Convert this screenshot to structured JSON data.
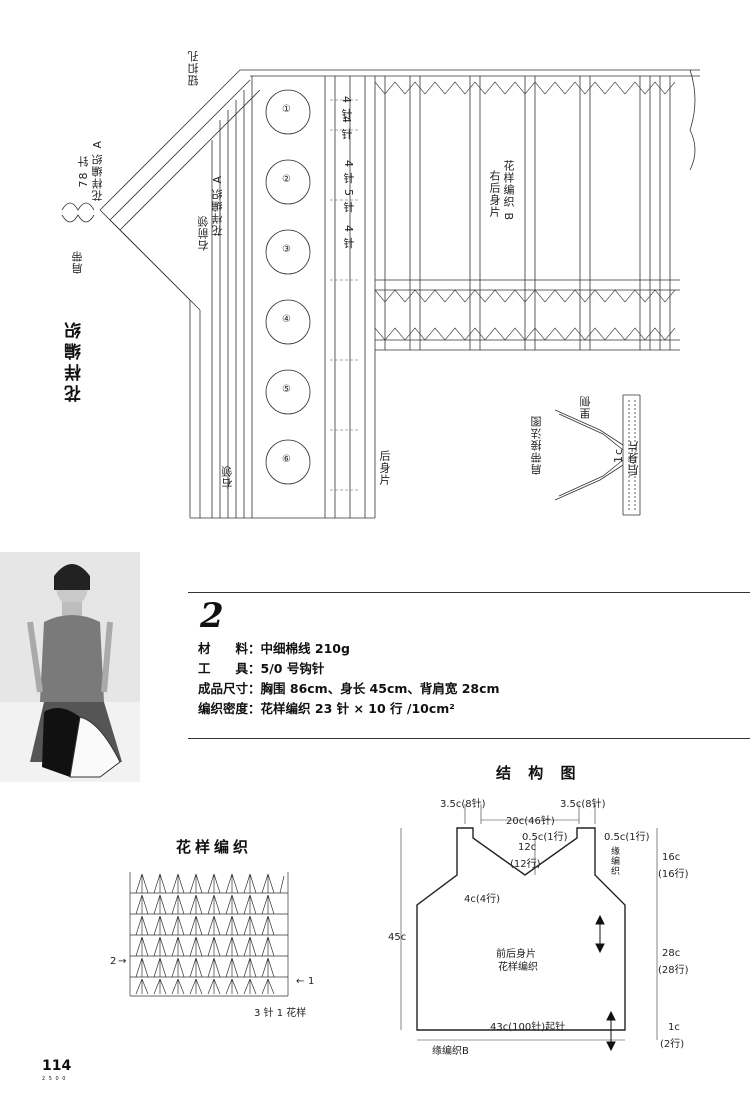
{
  "top_chart": {
    "title": "花样编织",
    "labels": {
      "shoulder_strap": "肩带",
      "pattern_a_78": "花样编织 A",
      "stitch_78": "78 针",
      "button_hole": "钮扣孔",
      "right_collar": "右前领",
      "pattern_a": "花样编织 A",
      "right_collar_bottom": "右领",
      "back_body": "后身片",
      "right_back_body": "右后身片",
      "pattern_b": "花样编织 B",
      "row_4": "4 针",
      "row_4b": "4 针",
      "row_5": "4 针 5 针",
      "row_4c": "4 针"
    },
    "motif_numbers": [
      "①",
      "②",
      "③",
      "④",
      "⑤",
      "⑥"
    ]
  },
  "strap_diagram": {
    "title": "肩带接法图",
    "inner_side": "里侧",
    "back_body": "后身片",
    "width": "1c"
  },
  "pattern_number": "2",
  "materials": [
    {
      "label": "材　　料：",
      "value": "中细棉线 210g"
    },
    {
      "label": "工　　具：",
      "value": "5/0 号钩针"
    },
    {
      "label": "成品尺寸：",
      "value": "胸围 86cm、身长 45cm、背肩宽 28cm"
    },
    {
      "label": "编织密度：",
      "value": "花样编织  23 针 × 10 行 /10cm²"
    }
  ],
  "structure": {
    "title": "结 构 图",
    "dims": {
      "strap_left": "3.5c(8针)",
      "strap_right": "3.5c(8针)",
      "neck_width": "20c(46针)",
      "strap_top_left": "0.5c(1行)",
      "strap_top_right": "0.5c(1行)",
      "neck_depth": "12c",
      "neck_depth_rows": "(12行)",
      "armhole_inner": "4c(4行)",
      "armhole_height": "16c",
      "armhole_rows": "(16行)",
      "body_height": "45c",
      "lower_height": "28c",
      "lower_rows": "(28行)",
      "hem_height": "1c",
      "hem_rows": "(2行)",
      "bottom": "43c(100针)起针",
      "edge_label": "缘编织",
      "edge_b": "缘编织B"
    },
    "body_label_1": "前后身片",
    "body_label_2": "花样编织"
  },
  "pattern_chart": {
    "title": "花样编织",
    "row_2": "2",
    "row_1": "1",
    "repeat": "3 针 1 花样"
  },
  "page": {
    "number": "114",
    "sub": "2 5 0 0"
  }
}
